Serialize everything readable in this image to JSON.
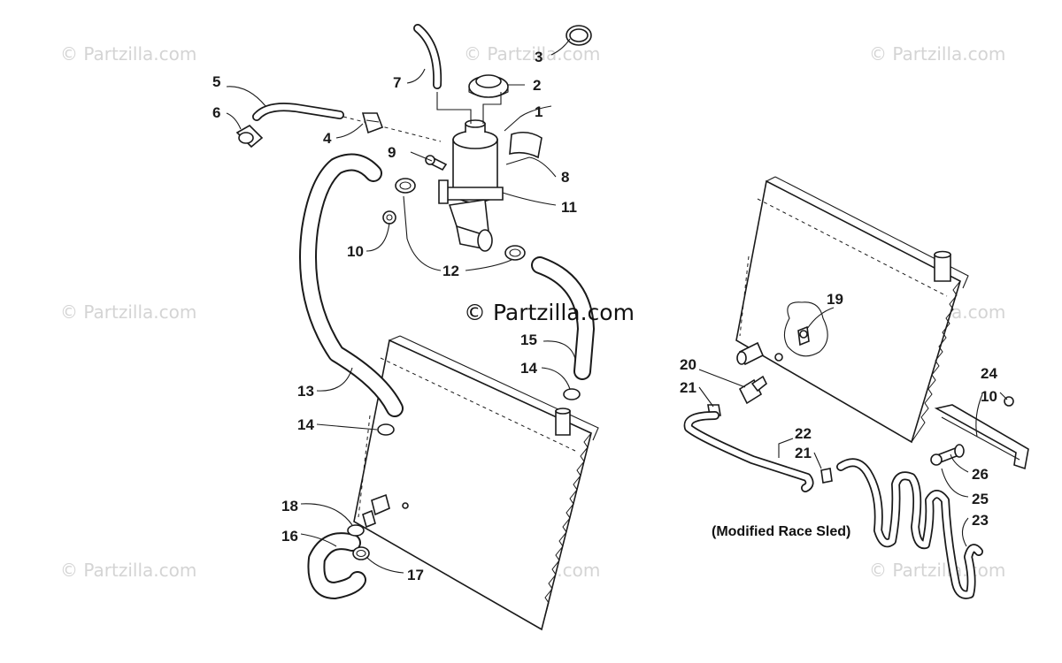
{
  "watermarks": {
    "small": "© Partzilla.com",
    "center": "© Partzilla.com"
  },
  "caption": "(Modified Race Sled)",
  "callouts": {
    "c1": "1",
    "c2": "2",
    "c3": "3",
    "c4": "4",
    "c5": "5",
    "c6": "6",
    "c7": "7",
    "c8": "8",
    "c9": "9",
    "c10a": "10",
    "c10b": "10",
    "c11": "11",
    "c12": "12",
    "c13": "13",
    "c14a": "14",
    "c14b": "14",
    "c15": "15",
    "c16": "16",
    "c17": "17",
    "c18": "18",
    "c19": "19",
    "c20": "20",
    "c21a": "21",
    "c21b": "21",
    "c22": "22",
    "c23": "23",
    "c24": "24",
    "c25": "25",
    "c26": "26"
  },
  "colors": {
    "line": "#1a1a1a",
    "watermark": "#d4d4d4",
    "background": "#ffffff"
  }
}
